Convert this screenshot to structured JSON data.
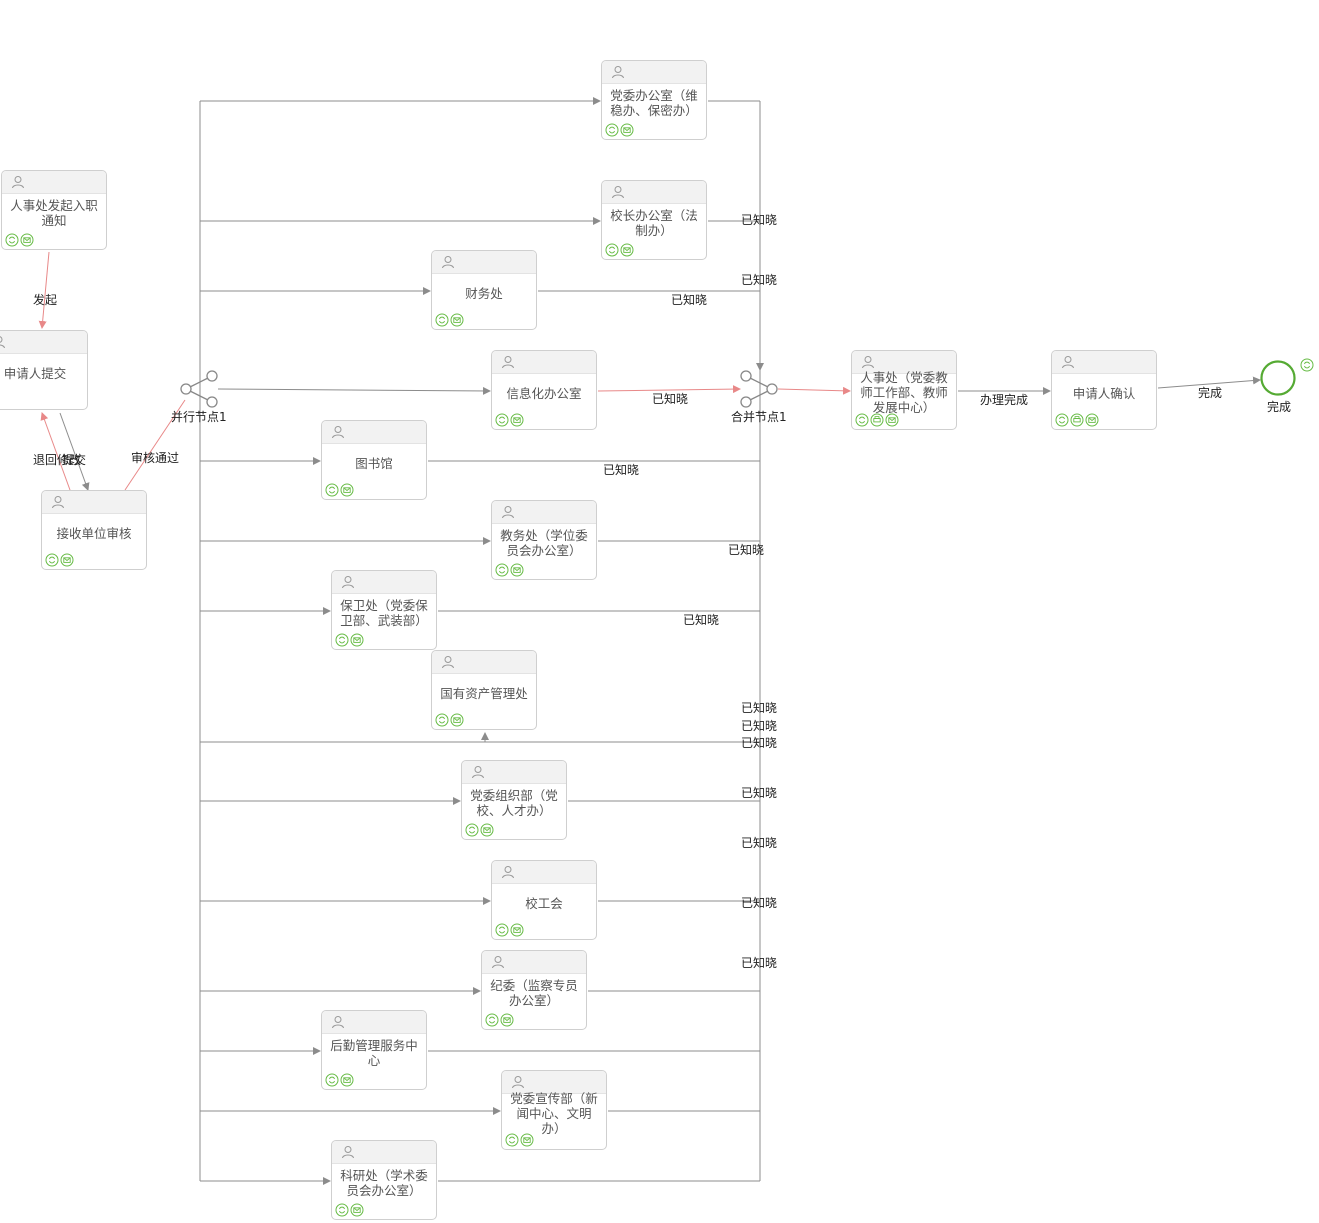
{
  "colors": {
    "line": "#8c8c8c",
    "highlight": "#e88888",
    "accent": "#66bb44",
    "border": "#cfcfcf",
    "text": "#555555"
  },
  "nodes": {
    "n_hr_start": {
      "label": "人事处发起入职通知",
      "icons": [
        "rotate-icon",
        "mail-icon"
      ]
    },
    "n_applicant": {
      "label": "申请人提交",
      "icons": [
        "mail-icon"
      ]
    },
    "n_receive": {
      "label": "接收单位审核",
      "icons": [
        "rotate-icon",
        "mail-icon"
      ]
    },
    "n_party_office": {
      "label": "党委办公室（维稳办、保密办）",
      "icons": [
        "rotate-icon",
        "mail-icon"
      ]
    },
    "n_president": {
      "label": "校长办公室（法制办）",
      "icons": [
        "rotate-icon",
        "mail-icon"
      ]
    },
    "n_finance": {
      "label": "财务处",
      "icons": [
        "rotate-icon",
        "mail-icon"
      ]
    },
    "n_it": {
      "label": "信息化办公室",
      "icons": [
        "rotate-icon",
        "mail-icon"
      ]
    },
    "n_library": {
      "label": "图书馆",
      "icons": [
        "rotate-icon",
        "mail-icon"
      ]
    },
    "n_academic": {
      "label": "教务处（学位委员会办公室）",
      "icons": [
        "rotate-icon",
        "mail-icon"
      ]
    },
    "n_security": {
      "label": "保卫处（党委保卫部、武装部）",
      "icons": [
        "rotate-icon",
        "mail-icon"
      ]
    },
    "n_assets": {
      "label": "国有资产管理处",
      "icons": [
        "rotate-icon",
        "mail-icon"
      ]
    },
    "n_org": {
      "label": "党委组织部（党校、人才办）",
      "icons": [
        "rotate-icon",
        "mail-icon"
      ]
    },
    "n_union": {
      "label": "校工会",
      "icons": [
        "rotate-icon",
        "mail-icon"
      ]
    },
    "n_discipline": {
      "label": "纪委（监察专员办公室）",
      "icons": [
        "rotate-icon",
        "mail-icon"
      ]
    },
    "n_logistics": {
      "label": "后勤管理服务中心",
      "icons": [
        "rotate-icon",
        "mail-icon"
      ]
    },
    "n_publicity": {
      "label": "党委宣传部（新闻中心、文明办）",
      "icons": [
        "rotate-icon",
        "mail-icon"
      ]
    },
    "n_research": {
      "label": "科研处（学术委员会办公室）",
      "icons": [
        "rotate-icon",
        "mail-icon"
      ]
    },
    "n_hr_teacher": {
      "label": "人事处（党委教师工作部、教师发展中心）",
      "icons": [
        "rotate-icon",
        "print-icon",
        "mail-icon"
      ]
    },
    "n_confirm": {
      "label": "申请人确认",
      "icons": [
        "rotate-icon",
        "print-icon",
        "mail-icon"
      ]
    }
  },
  "gateways": {
    "parallel": {
      "label": "并行节点1"
    },
    "merge": {
      "label": "合并节点1"
    }
  },
  "end_event": {
    "label": "完成"
  },
  "edge_labels": {
    "faqi": "发起",
    "tuihui": "退回修改",
    "tijiao": "提交",
    "shenhe": "审核通过",
    "yizhixiao": "已知晓",
    "banli": "办理完成",
    "wancheng": "完成"
  }
}
